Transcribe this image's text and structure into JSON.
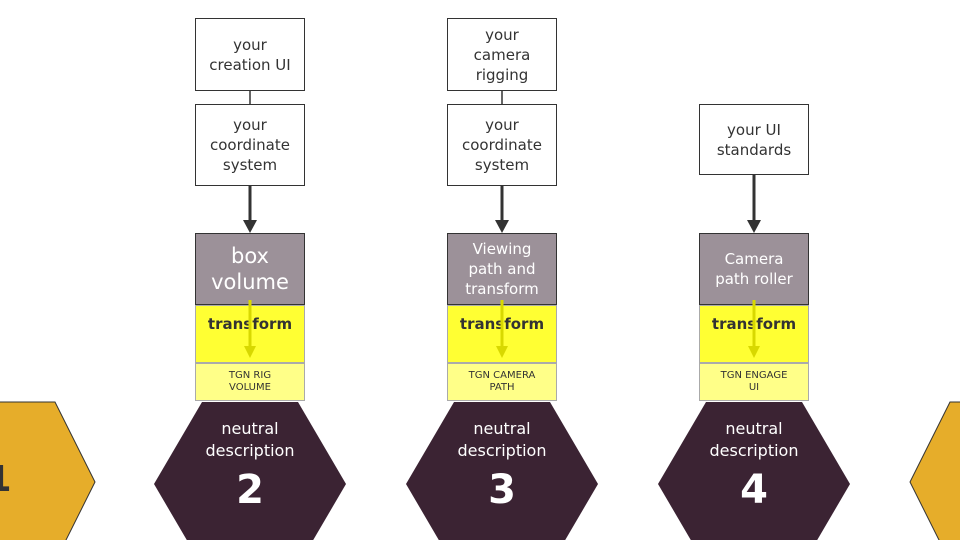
{
  "colors": {
    "hex_dark": "#3b2333",
    "hex_gold": "#e6ad2a",
    "gray_box": "#9c9199",
    "transform_yellow": "#ffff33",
    "tag_yellow": "#ffff88",
    "arrow": "#333333"
  },
  "edge_left_number": "1",
  "columns": [
    {
      "top_box": "your\ncreation UI",
      "mid_box": "your\ncoordinate\nsystem",
      "gray_box": "box\nvolume",
      "transform": "transform",
      "tag": "TGN RIG\nVOLUME",
      "hex_label": "neutral\ndescription",
      "hex_number": "2"
    },
    {
      "top_box": "your\ncamera\nrigging",
      "mid_box": "your\ncoordinate\nsystem",
      "gray_box": "Viewing\npath and\ntransform",
      "transform": "transform",
      "tag": "TGN CAMERA\nPATH",
      "hex_label": "neutral\ndescription",
      "hex_number": "3"
    },
    {
      "mid_box": "your UI\nstandards",
      "gray_box": "Camera\npath roller",
      "transform": "transform",
      "tag": "TGN ENGAGE\nUI",
      "hex_label": "neutral\ndescription",
      "hex_number": "4"
    }
  ]
}
